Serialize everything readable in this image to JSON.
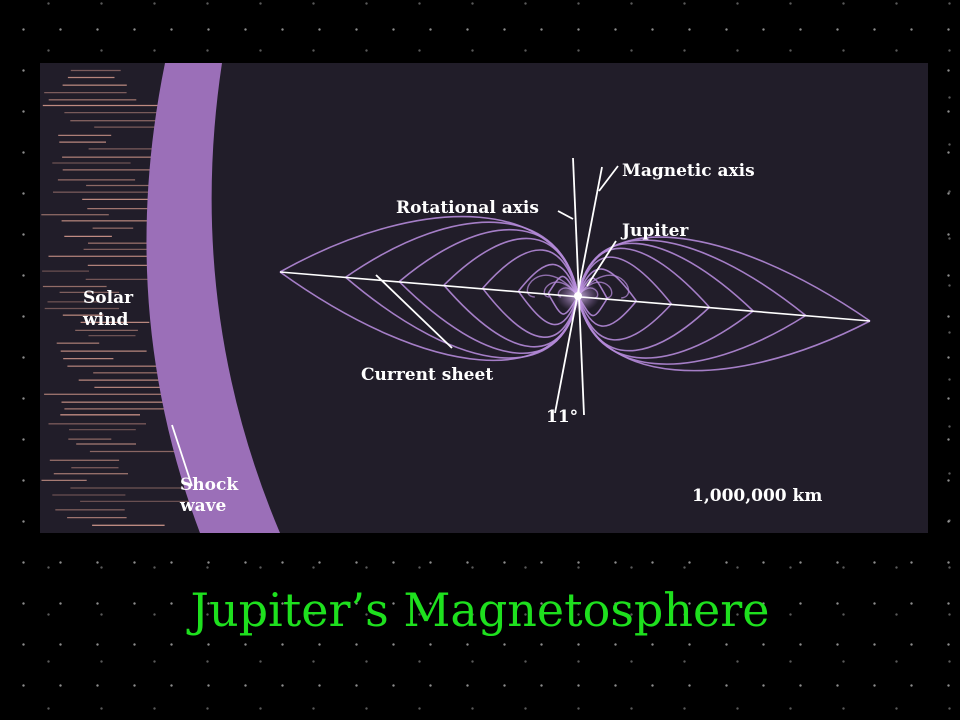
{
  "title": "Jupiter’s Magnetosphere",
  "colors": {
    "title": "#1ee01e",
    "panel_background": "#211d29",
    "shock_wave": "#9b6fb8",
    "field_lines": "#b48ad8",
    "label_text": "#ffffff",
    "solar_wind_streaks": "#e8a898"
  },
  "diagram": {
    "labels": {
      "magnetic_axis": "Magnetic axis",
      "rotational_axis": "Rotational axis",
      "jupiter": "Jupiter",
      "solar_wind": [
        "Solar",
        "wind"
      ],
      "current_sheet": "Current sheet",
      "angle": "11°",
      "shock_wave": [
        "Shock",
        "wave"
      ],
      "scale": "1,000,000 km"
    }
  }
}
